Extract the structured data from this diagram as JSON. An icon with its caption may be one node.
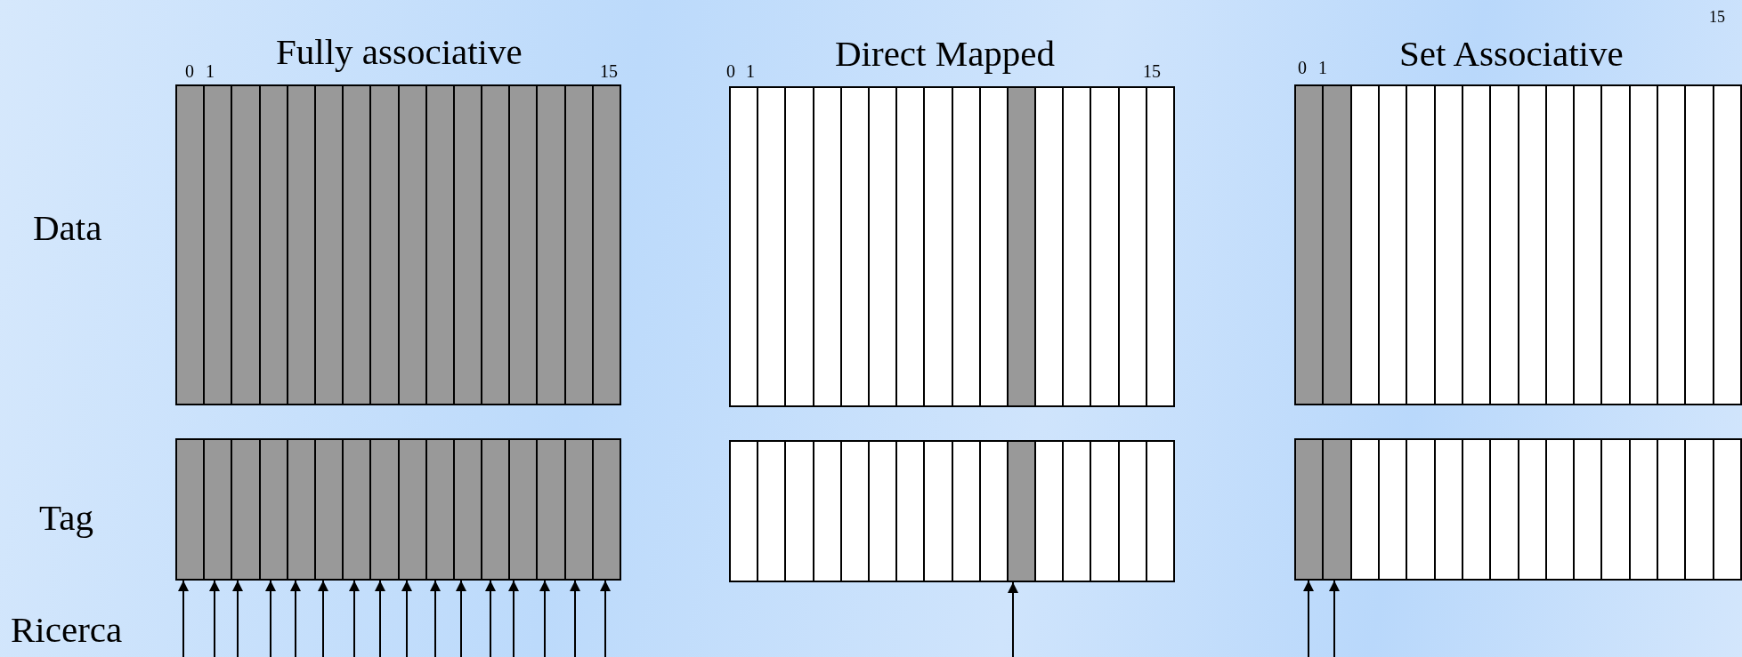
{
  "diagram": {
    "nodes": [
      {
        "text": [],
        "shape": "bar",
        "beside": [
          "0",
          "1",
          "Fully associative",
          "15"
        ]
      },
      {
        "text": [],
        "shape": "bar",
        "beside": [
          "0",
          "1",
          "Direct Mapped",
          "15"
        ]
      },
      {
        "text": [],
        "shape": "bar",
        "beside": [
          "0",
          "1",
          "Set Associative"
        ]
      },
      {
        "text": [],
        "shape": "bar"
      },
      {
        "text": [],
        "shape": "bar"
      },
      {
        "text": [],
        "shape": "bar"
      }
    ],
    "edges": [
      {
        "from": null,
        "to": 3,
        "arrow": "to"
      },
      {
        "from": null,
        "to": 3,
        "arrow": "to"
      },
      {
        "from": null,
        "to": 3,
        "arrow": "to"
      },
      {
        "from": null,
        "to": 3,
        "arrow": "to"
      },
      {
        "from": null,
        "to": 3,
        "arrow": "to"
      },
      {
        "from": null,
        "to": 3,
        "arrow": "to"
      },
      {
        "from": null,
        "to": 3,
        "arrow": "to"
      },
      {
        "from": null,
        "to": 3,
        "arrow": "to"
      },
      {
        "from": null,
        "to": 3,
        "arrow": "to"
      },
      {
        "from": null,
        "to": 3,
        "arrow": "to"
      },
      {
        "from": null,
        "to": 3,
        "arrow": "to"
      },
      {
        "from": null,
        "to": 3,
        "arrow": "to"
      },
      {
        "from": null,
        "to": 3,
        "arrow": "to"
      },
      {
        "from": null,
        "to": 3,
        "arrow": "to"
      },
      {
        "from": null,
        "to": 3,
        "arrow": "to"
      },
      {
        "from": null,
        "to": 3,
        "arrow": "to"
      },
      {
        "from": null,
        "to": 4,
        "arrow": "to"
      },
      {
        "from": null,
        "to": 5,
        "arrow": "to"
      },
      {
        "from": null,
        "to": 5,
        "arrow": "to"
      }
    ],
    "labels": [
      "15",
      "Data",
      "Tag",
      "Ricerca"
    ]
  }
}
